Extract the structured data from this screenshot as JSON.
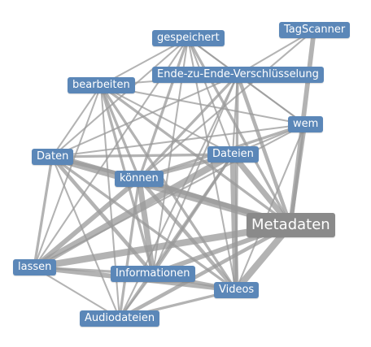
{
  "graph": {
    "colors": {
      "node": "#5b87b8",
      "center_node": "#8a8a8a",
      "edge": "#9a9a9a",
      "text": "#ffffff"
    },
    "nodes": [
      {
        "id": "gespeichert",
        "label": "gespeichert",
        "highlight": false
      },
      {
        "id": "tagscanner",
        "label": "TagScanner",
        "highlight": false
      },
      {
        "id": "e2e",
        "label": "Ende-zu-Ende-Verschlüsselung",
        "highlight": false
      },
      {
        "id": "bearbeiten",
        "label": "bearbeiten",
        "highlight": false
      },
      {
        "id": "wem",
        "label": "wem",
        "highlight": false
      },
      {
        "id": "daten",
        "label": "Daten",
        "highlight": false
      },
      {
        "id": "dateien",
        "label": "Dateien",
        "highlight": false
      },
      {
        "id": "koennen",
        "label": "können",
        "highlight": false
      },
      {
        "id": "metadaten",
        "label": "Metadaten",
        "highlight": true
      },
      {
        "id": "lassen",
        "label": "lassen",
        "highlight": false
      },
      {
        "id": "informationen",
        "label": "Informationen",
        "highlight": false
      },
      {
        "id": "videos",
        "label": "Videos",
        "highlight": false
      },
      {
        "id": "audiodateien",
        "label": "Audiodateien",
        "highlight": false
      }
    ],
    "edges": [
      {
        "source": "gespeichert",
        "target": "bearbeiten",
        "weight": 1
      },
      {
        "source": "gespeichert",
        "target": "e2e",
        "weight": 1
      },
      {
        "source": "gespeichert",
        "target": "daten",
        "weight": 1
      },
      {
        "source": "gespeichert",
        "target": "koennen",
        "weight": 2
      },
      {
        "source": "gespeichert",
        "target": "dateien",
        "weight": 1
      },
      {
        "source": "gespeichert",
        "target": "metadaten",
        "weight": 2
      },
      {
        "source": "gespeichert",
        "target": "informationen",
        "weight": 1
      },
      {
        "source": "gespeichert",
        "target": "lassen",
        "weight": 1
      },
      {
        "source": "gespeichert",
        "target": "videos",
        "weight": 1
      },
      {
        "source": "gespeichert",
        "target": "wem",
        "weight": 1
      },
      {
        "source": "tagscanner",
        "target": "e2e",
        "weight": 1
      },
      {
        "source": "tagscanner",
        "target": "metadaten",
        "weight": 4
      },
      {
        "source": "tagscanner",
        "target": "koennen",
        "weight": 1
      },
      {
        "source": "e2e",
        "target": "bearbeiten",
        "weight": 1
      },
      {
        "source": "e2e",
        "target": "koennen",
        "weight": 2
      },
      {
        "source": "e2e",
        "target": "dateien",
        "weight": 1
      },
      {
        "source": "e2e",
        "target": "metadaten",
        "weight": 3
      },
      {
        "source": "e2e",
        "target": "daten",
        "weight": 1
      },
      {
        "source": "e2e",
        "target": "wem",
        "weight": 1
      },
      {
        "source": "e2e",
        "target": "informationen",
        "weight": 1
      },
      {
        "source": "e2e",
        "target": "videos",
        "weight": 2
      },
      {
        "source": "e2e",
        "target": "audiodateien",
        "weight": 1
      },
      {
        "source": "bearbeiten",
        "target": "daten",
        "weight": 1
      },
      {
        "source": "bearbeiten",
        "target": "koennen",
        "weight": 2
      },
      {
        "source": "bearbeiten",
        "target": "dateien",
        "weight": 1
      },
      {
        "source": "bearbeiten",
        "target": "metadaten",
        "weight": 2
      },
      {
        "source": "bearbeiten",
        "target": "lassen",
        "weight": 1
      },
      {
        "source": "bearbeiten",
        "target": "informationen",
        "weight": 2
      },
      {
        "source": "bearbeiten",
        "target": "videos",
        "weight": 2
      },
      {
        "source": "bearbeiten",
        "target": "audiodateien",
        "weight": 1
      },
      {
        "source": "bearbeiten",
        "target": "wem",
        "weight": 1
      },
      {
        "source": "wem",
        "target": "dateien",
        "weight": 1
      },
      {
        "source": "wem",
        "target": "metadaten",
        "weight": 3
      },
      {
        "source": "wem",
        "target": "koennen",
        "weight": 2
      },
      {
        "source": "wem",
        "target": "daten",
        "weight": 1
      },
      {
        "source": "wem",
        "target": "videos",
        "weight": 1
      },
      {
        "source": "wem",
        "target": "lassen",
        "weight": 1
      },
      {
        "source": "daten",
        "target": "koennen",
        "weight": 3
      },
      {
        "source": "daten",
        "target": "dateien",
        "weight": 2
      },
      {
        "source": "daten",
        "target": "metadaten",
        "weight": 7
      },
      {
        "source": "daten",
        "target": "lassen",
        "weight": 2
      },
      {
        "source": "daten",
        "target": "informationen",
        "weight": 3
      },
      {
        "source": "daten",
        "target": "videos",
        "weight": 2
      },
      {
        "source": "daten",
        "target": "audiodateien",
        "weight": 1
      },
      {
        "source": "dateien",
        "target": "koennen",
        "weight": 3
      },
      {
        "source": "dateien",
        "target": "metadaten",
        "weight": 5
      },
      {
        "source": "dateien",
        "target": "lassen",
        "weight": 6
      },
      {
        "source": "dateien",
        "target": "informationen",
        "weight": 2
      },
      {
        "source": "dateien",
        "target": "videos",
        "weight": 5
      },
      {
        "source": "dateien",
        "target": "audiodateien",
        "weight": 2
      },
      {
        "source": "koennen",
        "target": "metadaten",
        "weight": 4
      },
      {
        "source": "koennen",
        "target": "lassen",
        "weight": 4
      },
      {
        "source": "koennen",
        "target": "informationen",
        "weight": 5
      },
      {
        "source": "koennen",
        "target": "videos",
        "weight": 3
      },
      {
        "source": "koennen",
        "target": "audiodateien",
        "weight": 2
      },
      {
        "source": "metadaten",
        "target": "lassen",
        "weight": 6
      },
      {
        "source": "metadaten",
        "target": "informationen",
        "weight": 4
      },
      {
        "source": "metadaten",
        "target": "videos",
        "weight": 6
      },
      {
        "source": "metadaten",
        "target": "audiodateien",
        "weight": 3
      },
      {
        "source": "lassen",
        "target": "informationen",
        "weight": 2
      },
      {
        "source": "lassen",
        "target": "videos",
        "weight": 4
      },
      {
        "source": "lassen",
        "target": "audiodateien",
        "weight": 1
      },
      {
        "source": "informationen",
        "target": "videos",
        "weight": 3
      },
      {
        "source": "informationen",
        "target": "audiodateien",
        "weight": 1
      },
      {
        "source": "videos",
        "target": "audiodateien",
        "weight": 2
      }
    ]
  }
}
